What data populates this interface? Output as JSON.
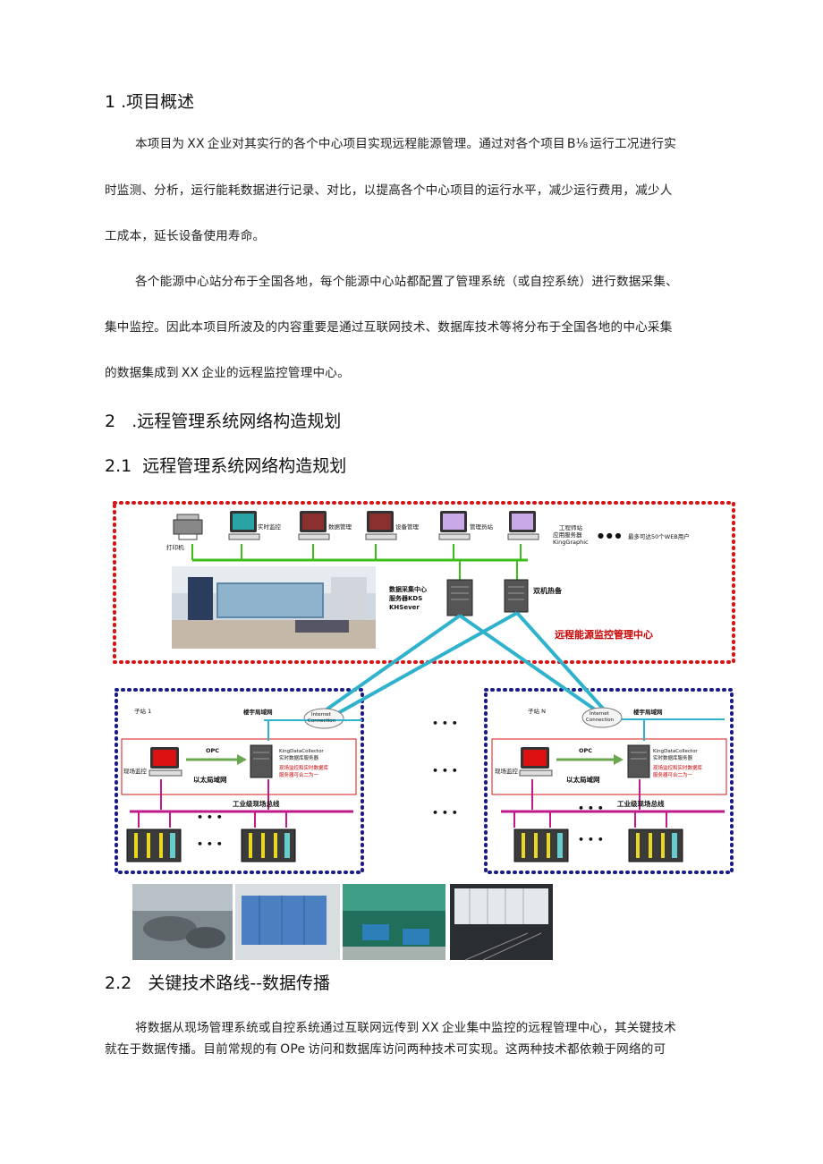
{
  "section1": {
    "heading": "1 .项目概述",
    "p1_line1": "本项目为",
    "p1_xx": "XX",
    "p1_line1b": "企业对其实行的各个中心项目实现远程能源管理。通过对各个项目",
    "p1_b": "B⅛",
    "p1_line1c": "运行工况进行实",
    "p1_line2": "时监测、分析，运行能耗数据进行记录、对比，以提高各个中心项目的运行水平，减少运行费用，减少人",
    "p1_line3": "工成本，延长设备使用寿命。",
    "p2_line1": "各个能源中心站分布于全国各地，每个能源中心站都配置了管理系统（或自控系统）进行数据采集、",
    "p2_line2": "集中监控。因此本项目所波及的内容重要是通过互联网技术、数据库技术等将分布于全国各地的中心采集",
    "p2_line3a": "的数据集成到",
    "p2_xx": "XX",
    "p2_line3b": "企业的远程监控管理中心。"
  },
  "section2": {
    "heading": "2   .远程管理系统网络构造规划",
    "sub1": "2.1  远程管理系统网络构造规划",
    "sub2": "2.2   关键技术路线--数据传播",
    "p3_line1a": "将数据从现场管理系统或自控系统通过互联网远传到",
    "p3_xx": "XX",
    "p3_line1b": "企业集中监控的远程管理中心，其关键技术",
    "p3_line2a": "就在于数据传播。目前常规的有",
    "p3_ope": "OPe",
    "p3_line2b": "访问和数据库访问两种技术可实现。这两种技术都依赖于网络的可"
  },
  "diagram": {
    "printer": "打印机",
    "ws1": "实时监控",
    "ws2": "数据管理",
    "ws3": "设备管理",
    "ws4": "管理员站",
    "eng1": "工程师站",
    "eng2": "应用服务器",
    "eng3": "KingGraphic",
    "dots": "● ● ●",
    "web": "最多可达50个WEB用户",
    "srv1": "数据采集中心",
    "srv2": "服务器KDS",
    "srv3": "KHSever",
    "dual": "双机热备",
    "center": "远程能源监控管理中心",
    "left_station": "子站 1",
    "right_station": "子站 N",
    "lan": "楼宇局域网",
    "internet1": "Internet",
    "internet2": "Connection",
    "opc": "OPC",
    "field": "现场监控",
    "ethernet": "以太局域网",
    "kdc1": "KingDataCollector",
    "kdc2": "实时数据库服务器",
    "note1": "现场监控和实时数据库",
    "note2": "服务器可合二为一",
    "bus": "工业级现场总线",
    "ellipsis": "• • •"
  }
}
